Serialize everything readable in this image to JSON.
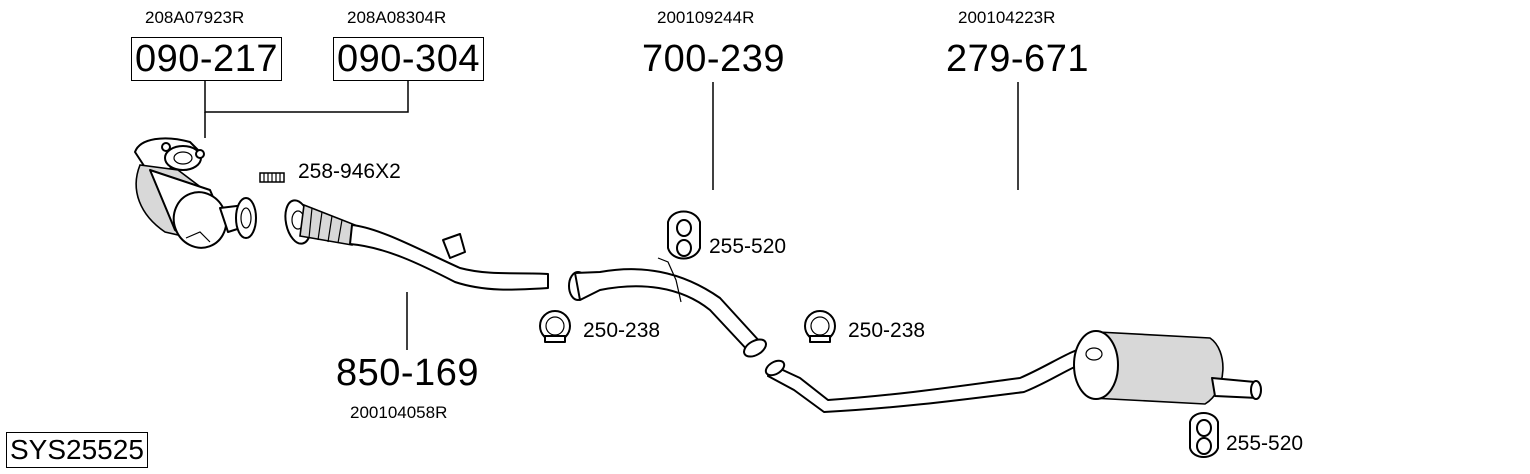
{
  "system": {
    "code": "SYS25525"
  },
  "parts": {
    "front_catalyst_a": {
      "number": "090-217",
      "oem": "208A07923R"
    },
    "front_catalyst_b": {
      "number": "090-304",
      "oem": "208A08304R"
    },
    "front_pipe": {
      "number": "850-169",
      "oem": "200104058R"
    },
    "centre_silencer": {
      "number": "700-239",
      "oem": "200109244R"
    },
    "rear_silencer": {
      "number": "279-671",
      "oem": "200104223R"
    }
  },
  "accessories": {
    "stud_kit": "258-946X2",
    "rubber_mount_front": "255-520",
    "clamp_front": "250-238",
    "clamp_rear": "250-238",
    "rubber_mount_rear": "255-520"
  }
}
